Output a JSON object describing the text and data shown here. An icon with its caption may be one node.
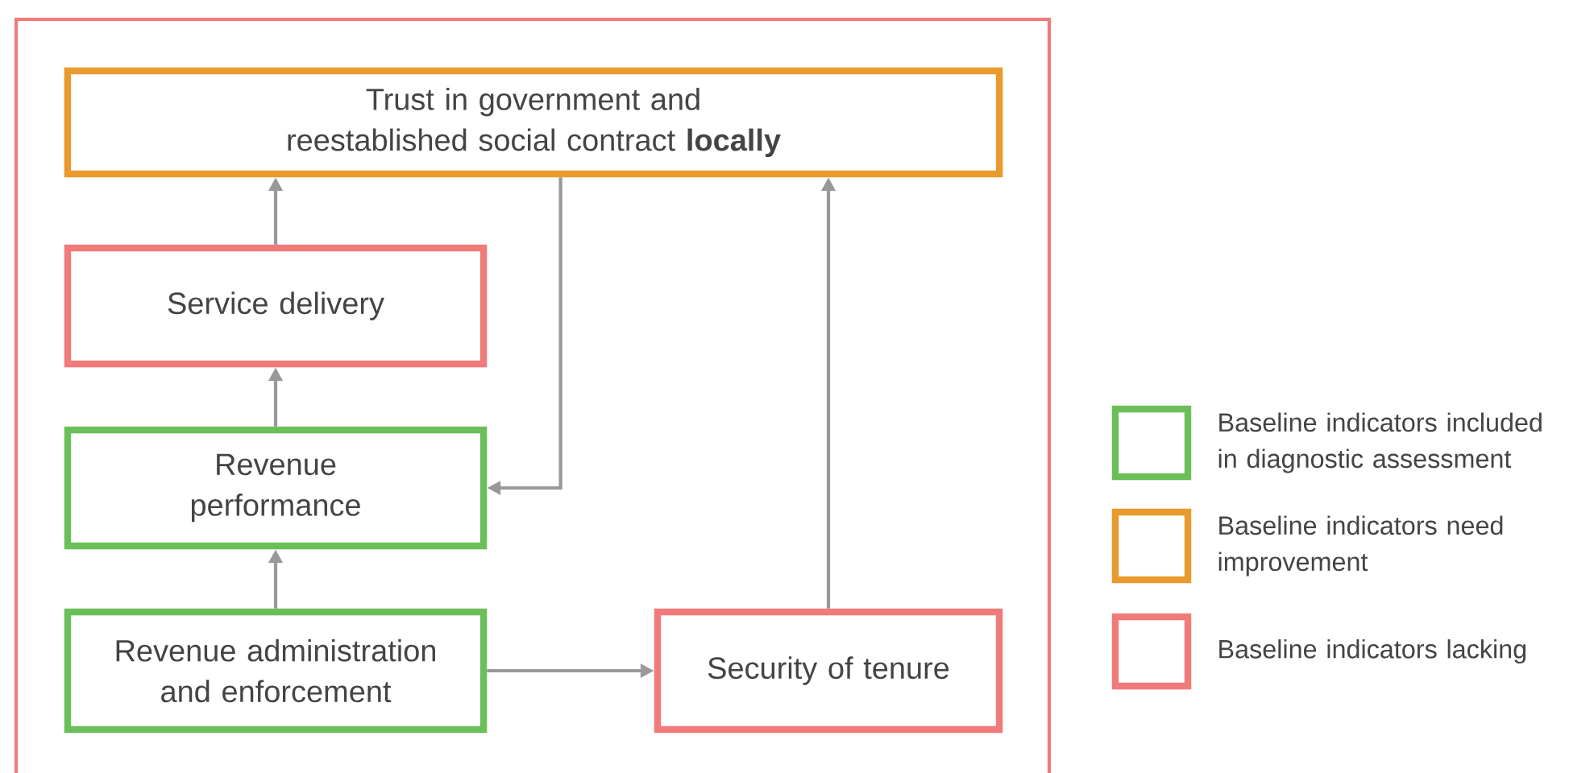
{
  "diagram": {
    "nodes": [
      {
        "text": [],
        "shape": "box"
      },
      {
        "text": [
          "Trust in government and reestablished social contract **locally**"
        ],
        "in": 0
      },
      {
        "text": [
          "Service delivery"
        ],
        "in": 0
      },
      {
        "text": [
          "Revenue performance"
        ],
        "in": 0
      },
      {
        "text": [
          "Revenue administration and enforcement"
        ],
        "in": 0
      },
      {
        "text": [
          "Security of tenure"
        ],
        "in": 0
      }
    ],
    "edges": [
      {
        "from": 2,
        "to": 1,
        "arrow": "to"
      },
      {
        "from": 3,
        "to": 2,
        "arrow": "to"
      },
      {
        "from": 4,
        "to": 3,
        "arrow": "to"
      },
      {
        "from": 4,
        "to": 5,
        "arrow": "to"
      },
      {
        "from": 5,
        "to": 1,
        "arrow": "to"
      },
      {
        "from": 1,
        "to": 3,
        "arrow": "to"
      }
    ],
    "legend": [
      {
        "text": "Baseline indicators included in diagnostic assessment",
        "color": "#6abf59"
      },
      {
        "text": "Baseline indicators need improvement",
        "color": "#e99a2c"
      },
      {
        "text": "Baseline indicators lacking",
        "color": "#f17a7a"
      }
    ]
  }
}
